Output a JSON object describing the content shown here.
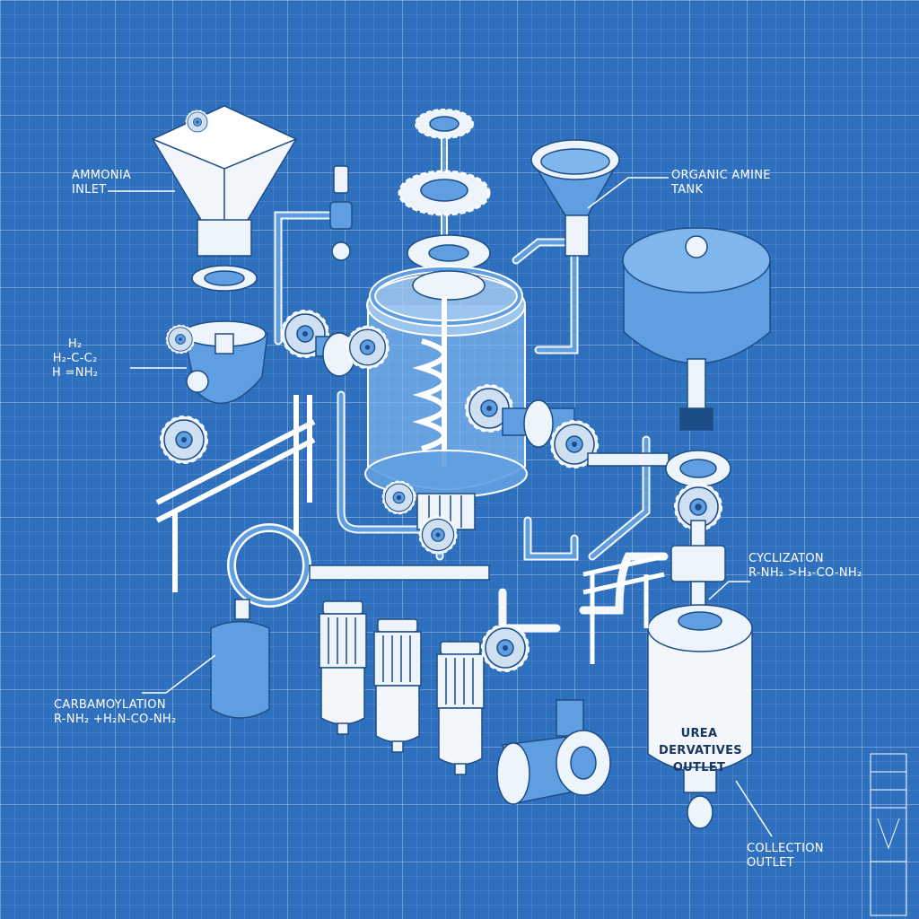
{
  "labels": {
    "ammonia_inlet": "AMMONIA\nINLET",
    "organic_amine_tank": "ORGANIC AMINE\nTANK",
    "formula_left": "H₂\nH₂-C-C₂\nH =NH₂",
    "cyclization": "CYCLIZATON\nR-NH₂ >H₃-CO-NH₂",
    "carbamoylation": "CARBAMOYLATION\nR-NH₂ +H₂N-CO-NH₂",
    "urea_outlet": "UREA\nDERVATIVES\nOUTLET",
    "collection_outlet": "COLLECTION\nOUTLET"
  },
  "colors": {
    "background": "#2f70be",
    "line": "#ffffff",
    "fill_light": "#eef4fb",
    "fill_blue": "#5f9ee0",
    "glass": "#7fb6ee"
  },
  "icons": [
    "hopper-icon",
    "funnel-icon",
    "tank-icon",
    "gear-icon",
    "reactor-icon",
    "filter-cartridge-icon",
    "motor-icon",
    "vessel-icon"
  ]
}
